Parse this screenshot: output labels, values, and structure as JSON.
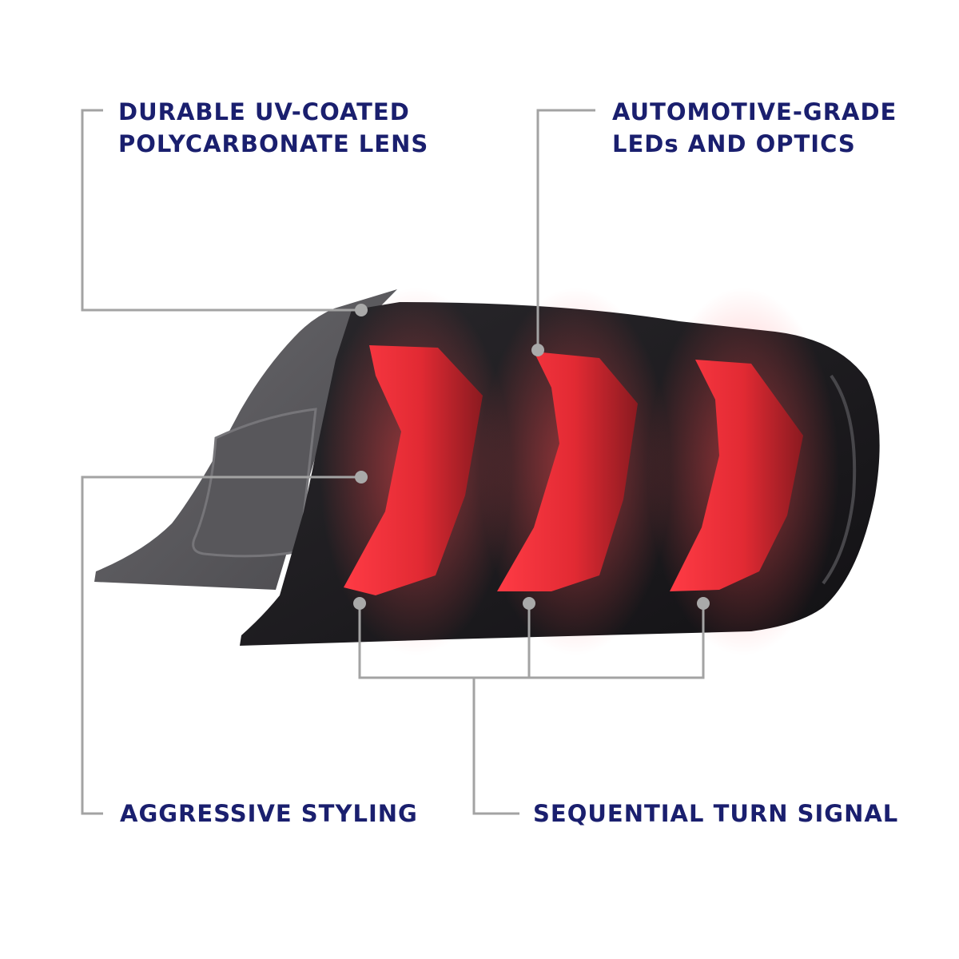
{
  "colors": {
    "label_text": "#1a1f6e",
    "leader_line": "#a3a3a3",
    "lens_red": "#e8303a",
    "housing_dark": "#1c1b1f",
    "housing_gray": "#5e5d61"
  },
  "callouts": {
    "lens": {
      "lines": [
        "DURABLE UV-COATED",
        "POLYCARBONATE LENS"
      ]
    },
    "leds": {
      "lines": [
        "AUTOMOTIVE-GRADE",
        "LEDs AND OPTICS"
      ]
    },
    "styling": {
      "lines": [
        "AGGRESSIVE STYLING"
      ]
    },
    "turn_signal": {
      "lines": [
        "SEQUENTIAL TURN SIGNAL"
      ]
    }
  }
}
